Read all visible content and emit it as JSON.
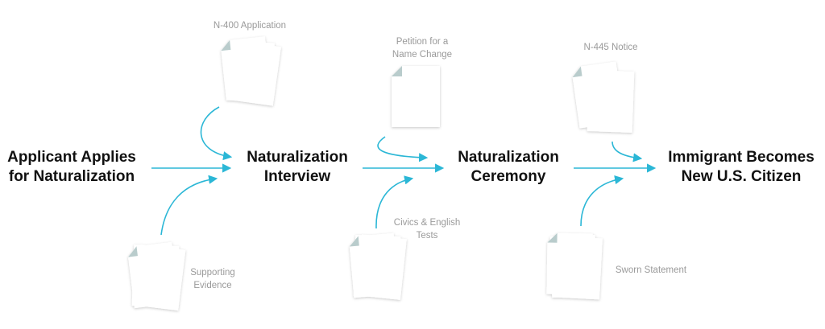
{
  "colors": {
    "arrow": "#2bb7d6",
    "stage_text": "#111111",
    "doc_label": "#9a9a9a",
    "paper_fill": "#ffffff",
    "paper_corner": "#b9cccc"
  },
  "stages": [
    {
      "line1": "Applicant Applies",
      "line2": "for Naturalization"
    },
    {
      "line1": "Naturalization",
      "line2": "Interview"
    },
    {
      "line1": "Naturalization",
      "line2": "Ceremony"
    },
    {
      "line1": "Immigrant Becomes",
      "line2": "New U.S. Citizen"
    }
  ],
  "documents": [
    {
      "line1": "N-400 Application",
      "line2": "",
      "icon": "document-stack-icon"
    },
    {
      "line1": "Supporting",
      "line2": "Evidence",
      "icon": "document-stack-icon"
    },
    {
      "line1": "Petition for a",
      "line2": "Name Change",
      "icon": "document-icon"
    },
    {
      "line1": "Civics & English",
      "line2": "Tests",
      "icon": "document-stack-icon"
    },
    {
      "line1": "N-445 Notice",
      "line2": "",
      "icon": "document-stack-icon"
    },
    {
      "line1": "Sworn Statement",
      "line2": "",
      "icon": "document-stack-icon"
    }
  ]
}
